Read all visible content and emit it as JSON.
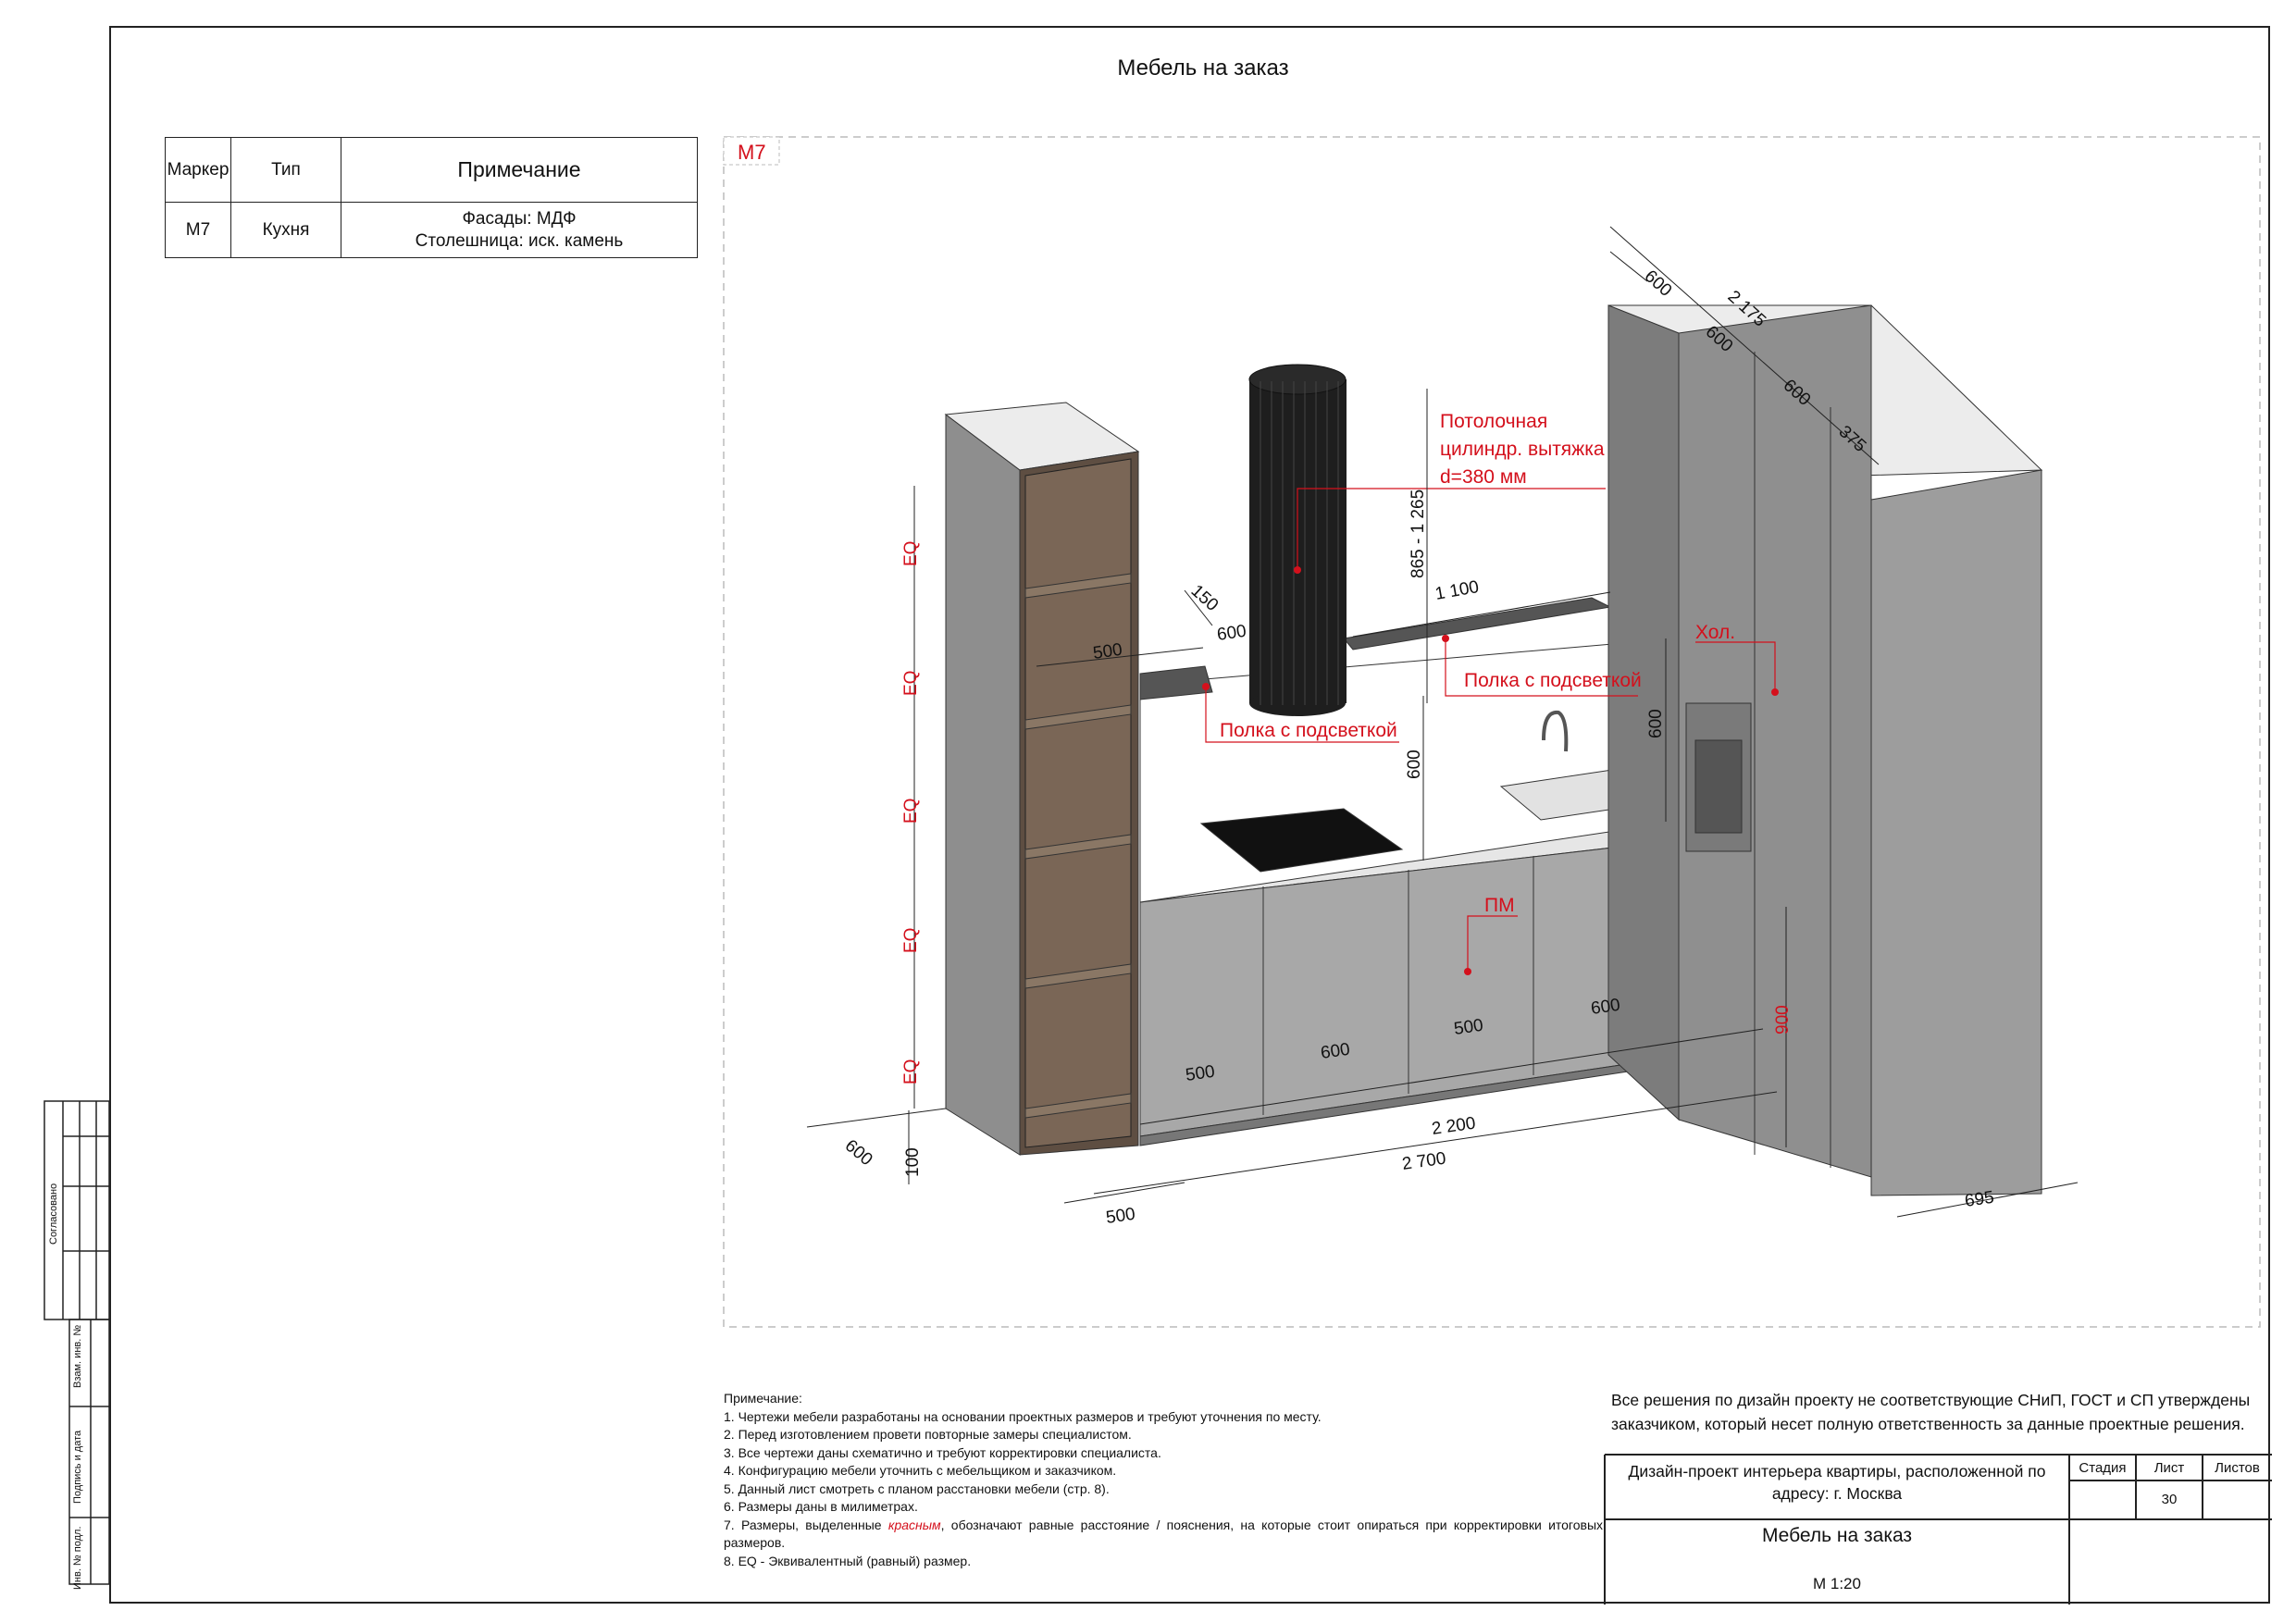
{
  "page_title": "Мебель на заказ",
  "legend": {
    "headers": {
      "marker": "Маркер",
      "type": "Тип",
      "note": "Примечание"
    },
    "row": {
      "marker": "М7",
      "type": "Кухня",
      "note_line1": "Фасады: МДФ",
      "note_line2": "Столешница: иск. камень"
    }
  },
  "drawing": {
    "marker_tag": "М7",
    "labels": {
      "hood_line1": "Потолочная",
      "hood_line2": "цилиндр. вытяжка",
      "hood_line3": "d=380 мм",
      "shelf_right": "Полка с подсветкой",
      "shelf_left": "Полка с подсветкой",
      "fridge": "Хол.",
      "dishwasher": "ПМ"
    },
    "dims": {
      "d600_top": "600",
      "d2175": "2 175",
      "d600_b": "600",
      "d600_c": "600",
      "d375": "375",
      "d865_1265": "865 - 1 265",
      "d1100": "1 100",
      "d150": "150",
      "d600_shelf": "600",
      "d500_shelf": "500",
      "d600_backsplash_r": "600",
      "d600_backsplash_l": "600",
      "d500_a": "500",
      "d600_d": "600",
      "d500_b": "500",
      "d600_e": "600",
      "d2200": "2 200",
      "d2700": "2 700",
      "d500_base": "500",
      "d600_depth": "600",
      "d100": "100",
      "d695": "695",
      "d900": "900",
      "eq": "EQ"
    }
  },
  "notes": {
    "heading": "Примечание:",
    "n1": "1. Чертежи мебели разработаны на основании проектных размеров и требуют уточнения по месту.",
    "n2": "2. Перед изготовлением провети повторные замеры специалистом.",
    "n3": "3. Все чертежи даны схематично и требуют корректировки специалиста.",
    "n4": "4. Конфигурацию мебели уточнить с мебельщиком и заказчиком.",
    "n5": "5. Данный лист смотреть с планом расстановки мебели (стр. 8).",
    "n6": "6. Размеры даны в милиметрах.",
    "n7_a": "7. Размеры, выделенные ",
    "n7_red": "красным",
    "n7_b": ", обозначают равные расстояние / пояснения, на которые стоит опираться при корректировки итоговых размеров.",
    "n8": "8. EQ - Эквивалентный (равный) размер."
  },
  "disclaimer": "Все решения по дизайн проекту не соответствующие СНиП, ГОСТ и СП утверждены заказчиком, который несет полную ответственность за данные проектные решения.",
  "stamp": {
    "project": "Дизайн-проект интерьера квартиры, расположенной по адресу: г. Москва",
    "stage_label": "Стадия",
    "sheet_label": "Лист",
    "sheets_label": "Листов",
    "stage_value": "",
    "sheet_value": "30",
    "sheets_value": "",
    "sheet_title": "Мебель на заказ",
    "scale": "М 1:20"
  },
  "side_stamp": {
    "agreed": "Согласовано",
    "replace": "Взам. инв. №",
    "sign_date": "Подпись и дата",
    "inv": "Инв. № подл."
  },
  "colors": {
    "accent_red": "#d4101c",
    "cabinet_grey": "#9c9c9c",
    "shelf_brown": "#6e5a4b",
    "hood_black": "#1e1e1e"
  }
}
